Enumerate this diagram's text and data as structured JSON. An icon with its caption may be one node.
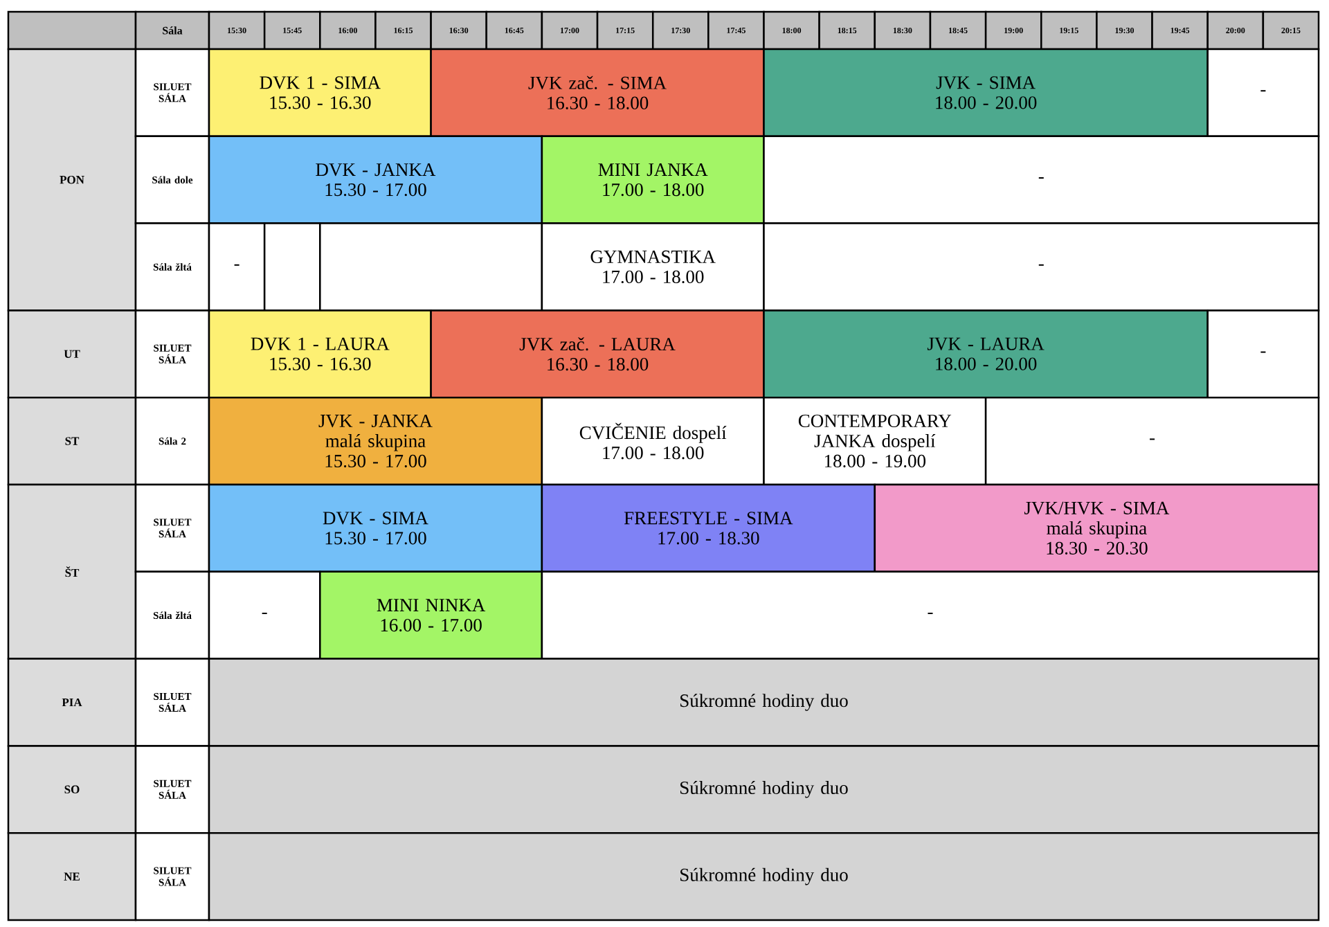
{
  "diagram": {
    "nodes": [
      {
        "text": [],
        "shape": "box"
      },
      {
        "text": [
          "Sála"
        ]
      },
      {
        "text": [
          "15:30"
        ]
      },
      {
        "text": [
          "15:45"
        ]
      },
      {
        "text": [
          "16:00"
        ]
      },
      {
        "text": [
          "16:15"
        ]
      },
      {
        "text": [
          "16:30"
        ]
      },
      {
        "text": [
          "16:45"
        ]
      },
      {
        "text": [
          "17:00"
        ]
      },
      {
        "text": [
          "17:15"
        ]
      },
      {
        "text": [
          "17:30"
        ]
      },
      {
        "text": [
          "17:45"
        ]
      },
      {
        "text": [
          "18:00"
        ]
      },
      {
        "text": [
          "18:15"
        ]
      },
      {
        "text": [
          "18:30"
        ]
      },
      {
        "text": [
          "18:45"
        ]
      },
      {
        "text": [
          "19:00"
        ]
      },
      {
        "text": [
          "19:15"
        ]
      },
      {
        "text": [
          "19:30"
        ]
      },
      {
        "text": [
          "19:45"
        ]
      },
      {
        "text": [
          "20:00"
        ]
      },
      {
        "text": [
          "20:15"
        ]
      },
      {
        "text": [
          "PON"
        ]
      },
      {
        "text": [
          "SILUET SÁLA"
        ]
      },
      {
        "text": [
          "DVK 1 - SIMA",
          "15.30 - 16.30"
        ]
      },
      {
        "text": [
          "JVK zač. - SIMA",
          "16.30 - 18.00"
        ]
      },
      {
        "text": [
          "JVK - SIMA",
          "18.00 - 20.00"
        ]
      },
      {
        "text": [
          "-"
        ]
      },
      {
        "text": [
          "Sála dole"
        ]
      },
      {
        "text": [
          "DVK - JANKA",
          "15.30 - 17.00"
        ]
      },
      {
        "text": [
          "MINI JANKA",
          "17.00 - 18.00"
        ]
      },
      {
        "text": [
          "-"
        ]
      },
      {
        "text": [
          "Sála žltá"
        ]
      },
      {
        "text": [
          "-"
        ]
      },
      {
        "text": [],
        "shape": "box"
      },
      {
        "text": [],
        "shape": "box"
      },
      {
        "text": [
          "GYMNASTIKA",
          "17.00 - 18.00"
        ]
      },
      {
        "text": [
          "-"
        ]
      },
      {
        "text": [
          "UT"
        ]
      },
      {
        "text": [
          "SILUET SÁLA"
        ]
      },
      {
        "text": [
          "DVK 1 - LAURA",
          "15.30 - 16.30"
        ]
      },
      {
        "text": [
          "JVK zač. - LAURA",
          "16.30 - 18.00"
        ]
      },
      {
        "text": [
          "JVK - LAURA",
          "18.00 - 20.00"
        ]
      },
      {
        "text": [
          "-"
        ]
      },
      {
        "text": [
          "ST"
        ]
      },
      {
        "text": [
          "Sála 2"
        ]
      },
      {
        "text": [
          "JVK - JANKA",
          "malá skupina",
          "15.30 - 17.00"
        ]
      },
      {
        "text": [
          "CVIČENIE dospelí",
          "17.00 - 18.00"
        ]
      },
      {
        "text": [
          "CONTEMPORARY JANKA dospelí",
          "18.00 - 19.00"
        ]
      },
      {
        "text": [
          "-"
        ]
      },
      {
        "text": [
          "ŠT"
        ]
      },
      {
        "text": [
          "SILUET SÁLA"
        ]
      },
      {
        "text": [
          "DVK - SIMA",
          "15.30 - 17.00"
        ]
      },
      {
        "text": [
          "FREESTYLE - SIMA",
          "17.00 - 18.30"
        ]
      },
      {
        "text": [
          "JVK/HVK - SIMA",
          "malá skupina",
          "18.30 - 20.30"
        ]
      },
      {
        "text": [
          "Sála žltá"
        ]
      },
      {
        "text": [
          "-"
        ]
      },
      {
        "text": [
          "MINI NINKA",
          "16.00 - 17.00"
        ]
      },
      {
        "text": [
          "-"
        ]
      },
      {
        "text": [
          "PIA"
        ]
      },
      {
        "text": [
          "SILUET SÁLA"
        ]
      },
      {
        "text": [
          "Súkromné hodiny duo"
        ]
      },
      {
        "text": [
          "SO"
        ]
      },
      {
        "text": [
          "SILUET SÁLA"
        ]
      },
      {
        "text": [
          "Súkromné hodiny duo"
        ]
      },
      {
        "text": [
          "NE"
        ]
      },
      {
        "text": [
          "SILUET SÁLA"
        ]
      },
      {
        "text": [
          "Súkromné hodiny duo"
        ]
      }
    ]
  }
}
